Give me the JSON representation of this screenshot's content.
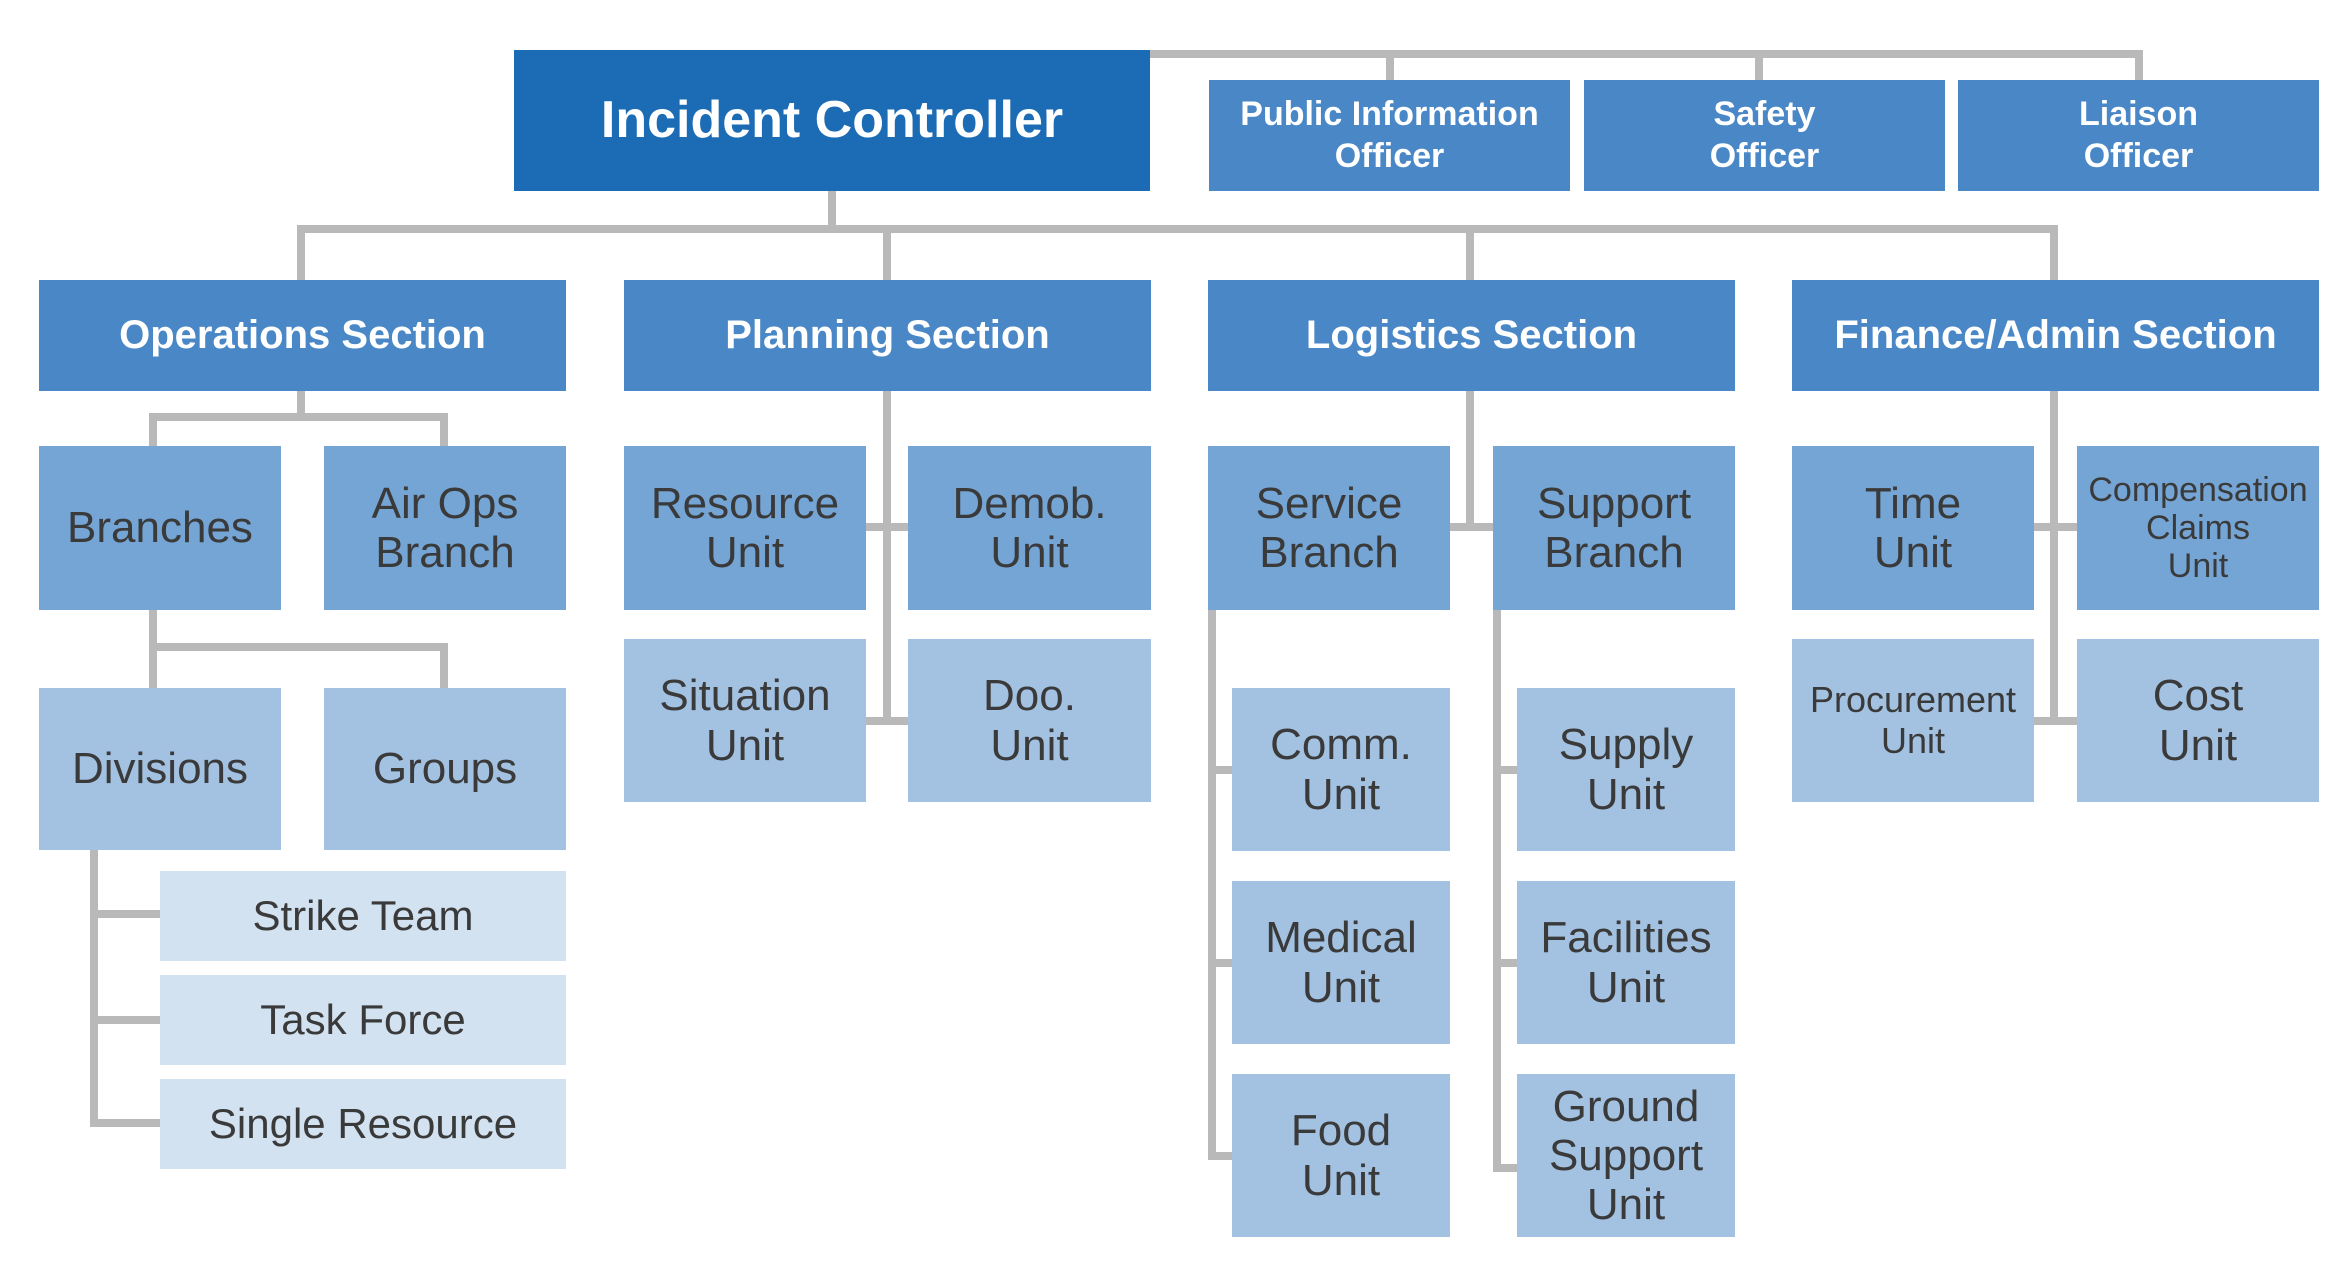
{
  "colors": {
    "controller": "#1b6bb5",
    "section": "#4987c6",
    "branch": "#74a5d5",
    "unit": "#a3c2e2",
    "resource": "#d3e2f1",
    "connector": "#b9b9b9",
    "text_dark": "#3a3a3a",
    "text_light": "#ffffff"
  },
  "controller": {
    "label": "Incident Controller"
  },
  "command_staff": {
    "public_information": "Public Information\nOfficer",
    "safety": "Safety\nOfficer",
    "liaison": "Liaison\nOfficer"
  },
  "sections": {
    "operations": "Operations Section",
    "planning": "Planning Section",
    "logistics": "Logistics Section",
    "finance": "Finance/Admin Section"
  },
  "operations": {
    "branches": "Branches",
    "air_ops": "Air Ops\nBranch",
    "divisions": "Divisions",
    "groups": "Groups",
    "resources": {
      "strike_team": "Strike Team",
      "task_force": "Task Force",
      "single_resource": "Single Resource"
    }
  },
  "planning": {
    "resource_unit": "Resource\nUnit",
    "demob_unit": "Demob.\nUnit",
    "situation_unit": "Situation\nUnit",
    "doc_unit": "Doo.\nUnit"
  },
  "logistics": {
    "service_branch": "Service\nBranch",
    "support_branch": "Support\nBranch",
    "comm_unit": "Comm.\nUnit",
    "medical_unit": "Medical\nUnit",
    "food_unit": "Food\nUnit",
    "supply_unit": "Supply\nUnit",
    "facilities_unit": "Facilities\nUnit",
    "ground_support_unit": "Ground\nSupport\nUnit"
  },
  "finance": {
    "time_unit": "Time\nUnit",
    "compensation_unit": "Compensation\nClaims\nUnit",
    "procurement_unit": "Procurement\nUnit",
    "cost_unit": "Cost\nUnit"
  }
}
